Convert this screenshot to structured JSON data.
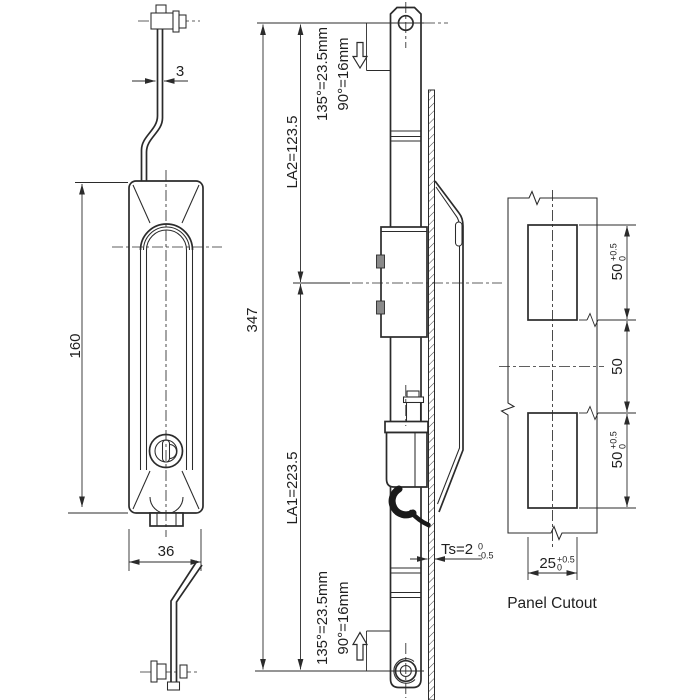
{
  "front_view": {
    "dim_rod_width": "3",
    "dim_body_height": "160",
    "dim_body_width": "36"
  },
  "side_view": {
    "dim_overall": "347",
    "dim_la2": "LA2=123.5",
    "dim_la1": "LA1=223.5",
    "travel_top_line1": "135°=23.5mm",
    "travel_top_line2": "90°=16mm",
    "travel_bottom_line1": "135°=23.5mm",
    "travel_bottom_line2": "90°=16mm",
    "panel_thickness": {
      "label": "Ts=2",
      "tol_up": "0",
      "tol_dn": "-0.5"
    }
  },
  "panel_cutout": {
    "title": "Panel Cutout",
    "dim_upper_height": {
      "value": "50",
      "tol_up": "+0.5",
      "tol_dn": "0"
    },
    "dim_center_spacing": {
      "value": "50"
    },
    "dim_lower_height": {
      "value": "50",
      "tol_up": "+0.5",
      "tol_dn": "0"
    },
    "dim_width": {
      "value": "25",
      "tol_up": "+0.5",
      "tol_dn": "0"
    }
  },
  "colors": {
    "line": "#2b2b2b",
    "background": "#ffffff"
  }
}
